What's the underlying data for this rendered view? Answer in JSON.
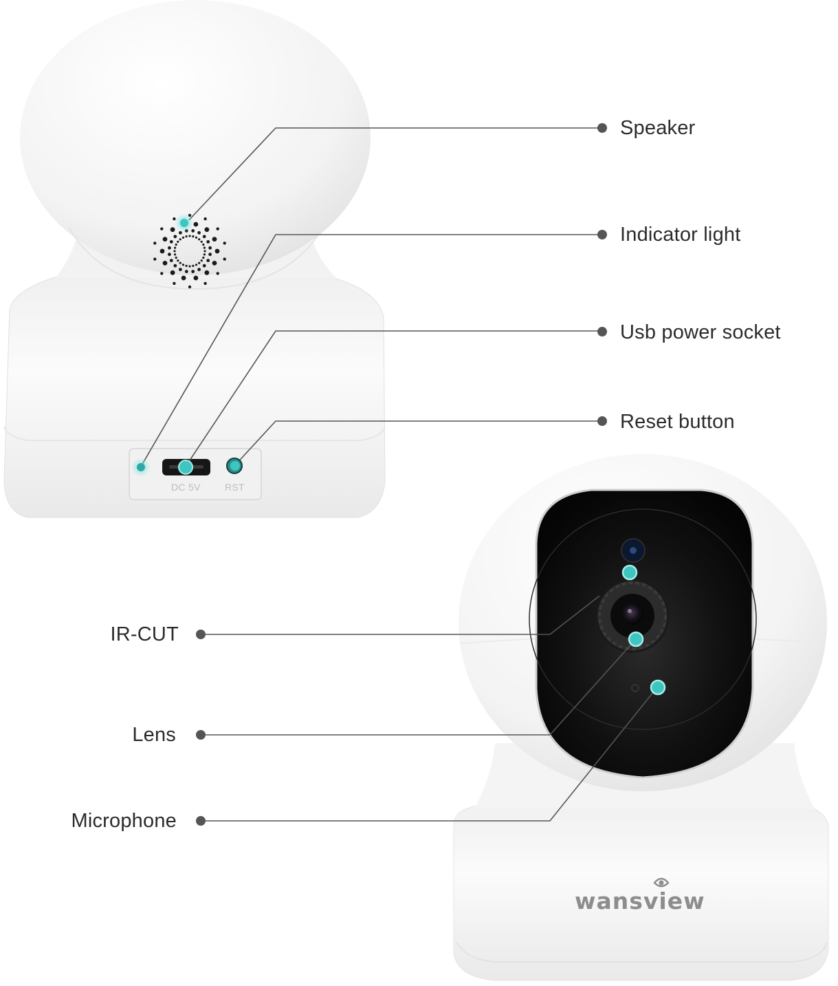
{
  "diagram": {
    "subject": "Wansview pan/tilt indoor security camera - feature callouts",
    "colors": {
      "callout_marker": "#3ec5c0",
      "callout_ring": "#a8ecea",
      "callout_line": "#555555",
      "label_dot": "#555555",
      "label_text": "#2b2b2b",
      "camera_body": "#f6f6f6",
      "camera_face": "#0e0e0e",
      "brand_text": "#8d8d8d"
    }
  },
  "back_view": {
    "name": "Rear view",
    "ports": {
      "dc_label": "DC 5V",
      "rst_label": "RST"
    },
    "callouts": [
      {
        "id": "speaker",
        "label": "Speaker"
      },
      {
        "id": "indicator-light",
        "label": "Indicator light"
      },
      {
        "id": "usb-power-socket",
        "label": "Usb power socket"
      },
      {
        "id": "reset-button",
        "label": "Reset button"
      }
    ]
  },
  "front_view": {
    "name": "Front view",
    "brand": "wansview",
    "callouts": [
      {
        "id": "ir-cut",
        "label": "IR-CUT"
      },
      {
        "id": "lens",
        "label": "Lens"
      },
      {
        "id": "microphone",
        "label": "Microphone"
      }
    ]
  }
}
